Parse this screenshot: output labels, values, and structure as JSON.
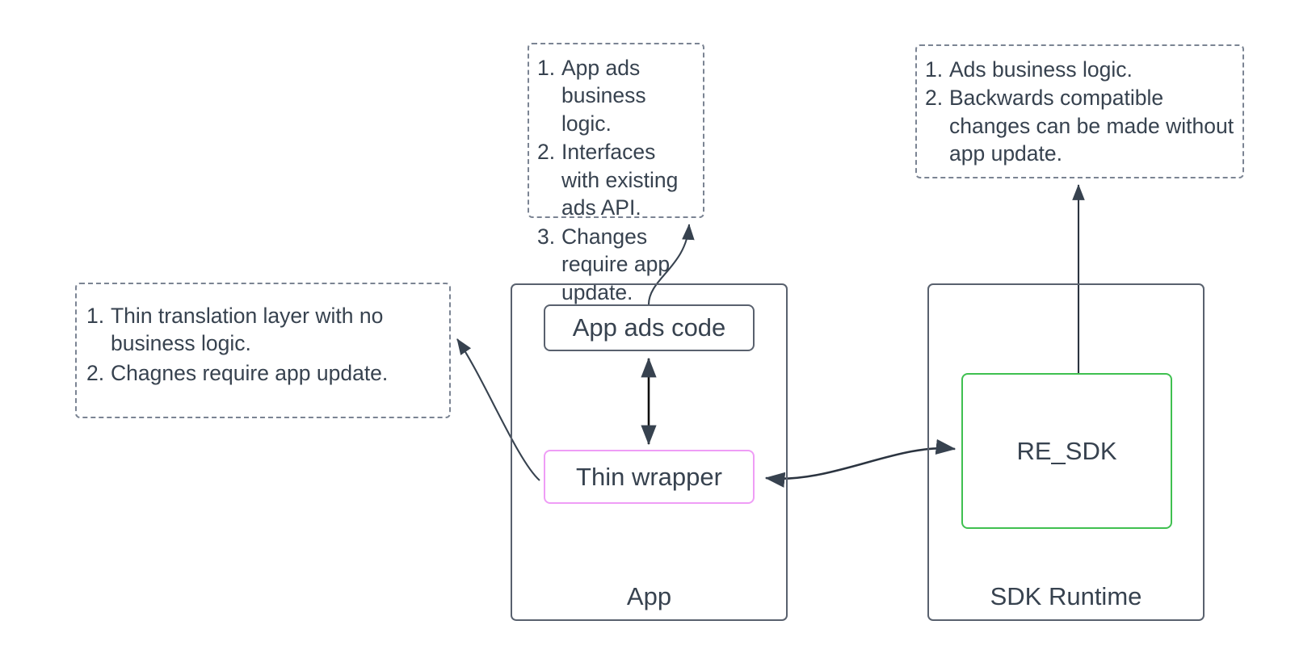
{
  "diagram": {
    "title": "App vs SDK Runtime ads architecture",
    "colors": {
      "stroke": "#59616e",
      "text": "#37424f",
      "dashed_border": "#7b8493",
      "thin_wrapper_accent": "#ef9df6",
      "re_sdk_accent": "#3fc050",
      "background": "#ffffff"
    }
  },
  "callouts": {
    "app_ads_code": {
      "items": [
        {
          "num": "1.",
          "text": "App ads business logic."
        },
        {
          "num": "2.",
          "text": "Interfaces with existing ads API."
        },
        {
          "num": "3.",
          "text": "Changes require app update."
        }
      ]
    },
    "re_sdk": {
      "items": [
        {
          "num": "1.",
          "text": "Ads business logic."
        },
        {
          "num": "2.",
          "text": "Backwards compatible changes can be made without app update."
        }
      ]
    },
    "thin_wrapper": {
      "items": [
        {
          "num": "1.",
          "text": "Thin translation layer with no business logic."
        },
        {
          "num": "2.",
          "text": "Chagnes require app update."
        }
      ]
    }
  },
  "containers": {
    "app": {
      "label": "App"
    },
    "sdk_runtime": {
      "label": "SDK Runtime"
    }
  },
  "nodes": {
    "app_ads_code": {
      "label": "App ads code"
    },
    "thin_wrapper": {
      "label": "Thin wrapper"
    },
    "re_sdk": {
      "label": "RE_SDK"
    }
  }
}
